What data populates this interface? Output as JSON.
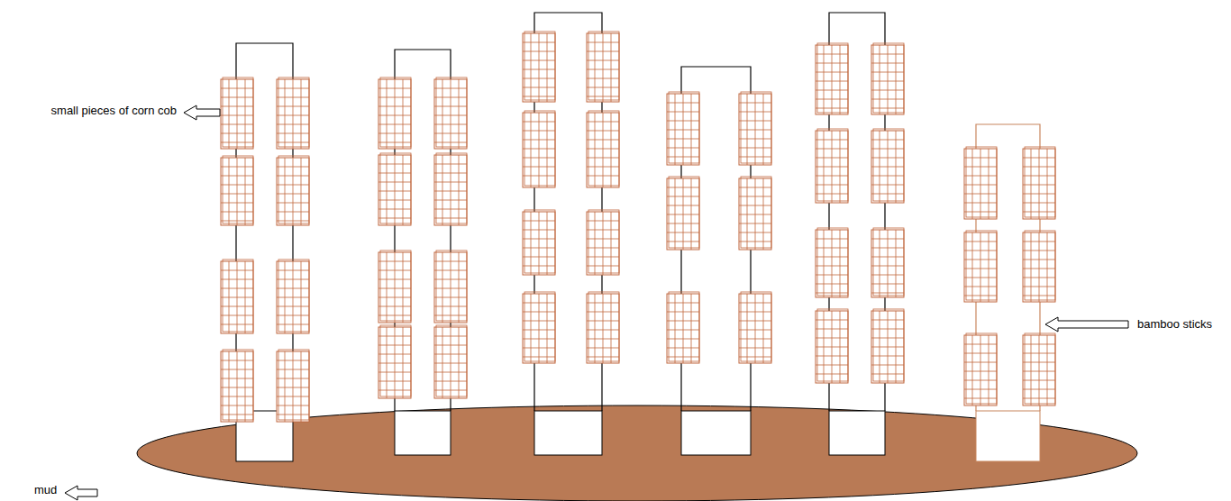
{
  "diagram": {
    "labels": [
      "small pieces of corn cob",
      "bamboo sticks",
      "mud"
    ]
  }
}
